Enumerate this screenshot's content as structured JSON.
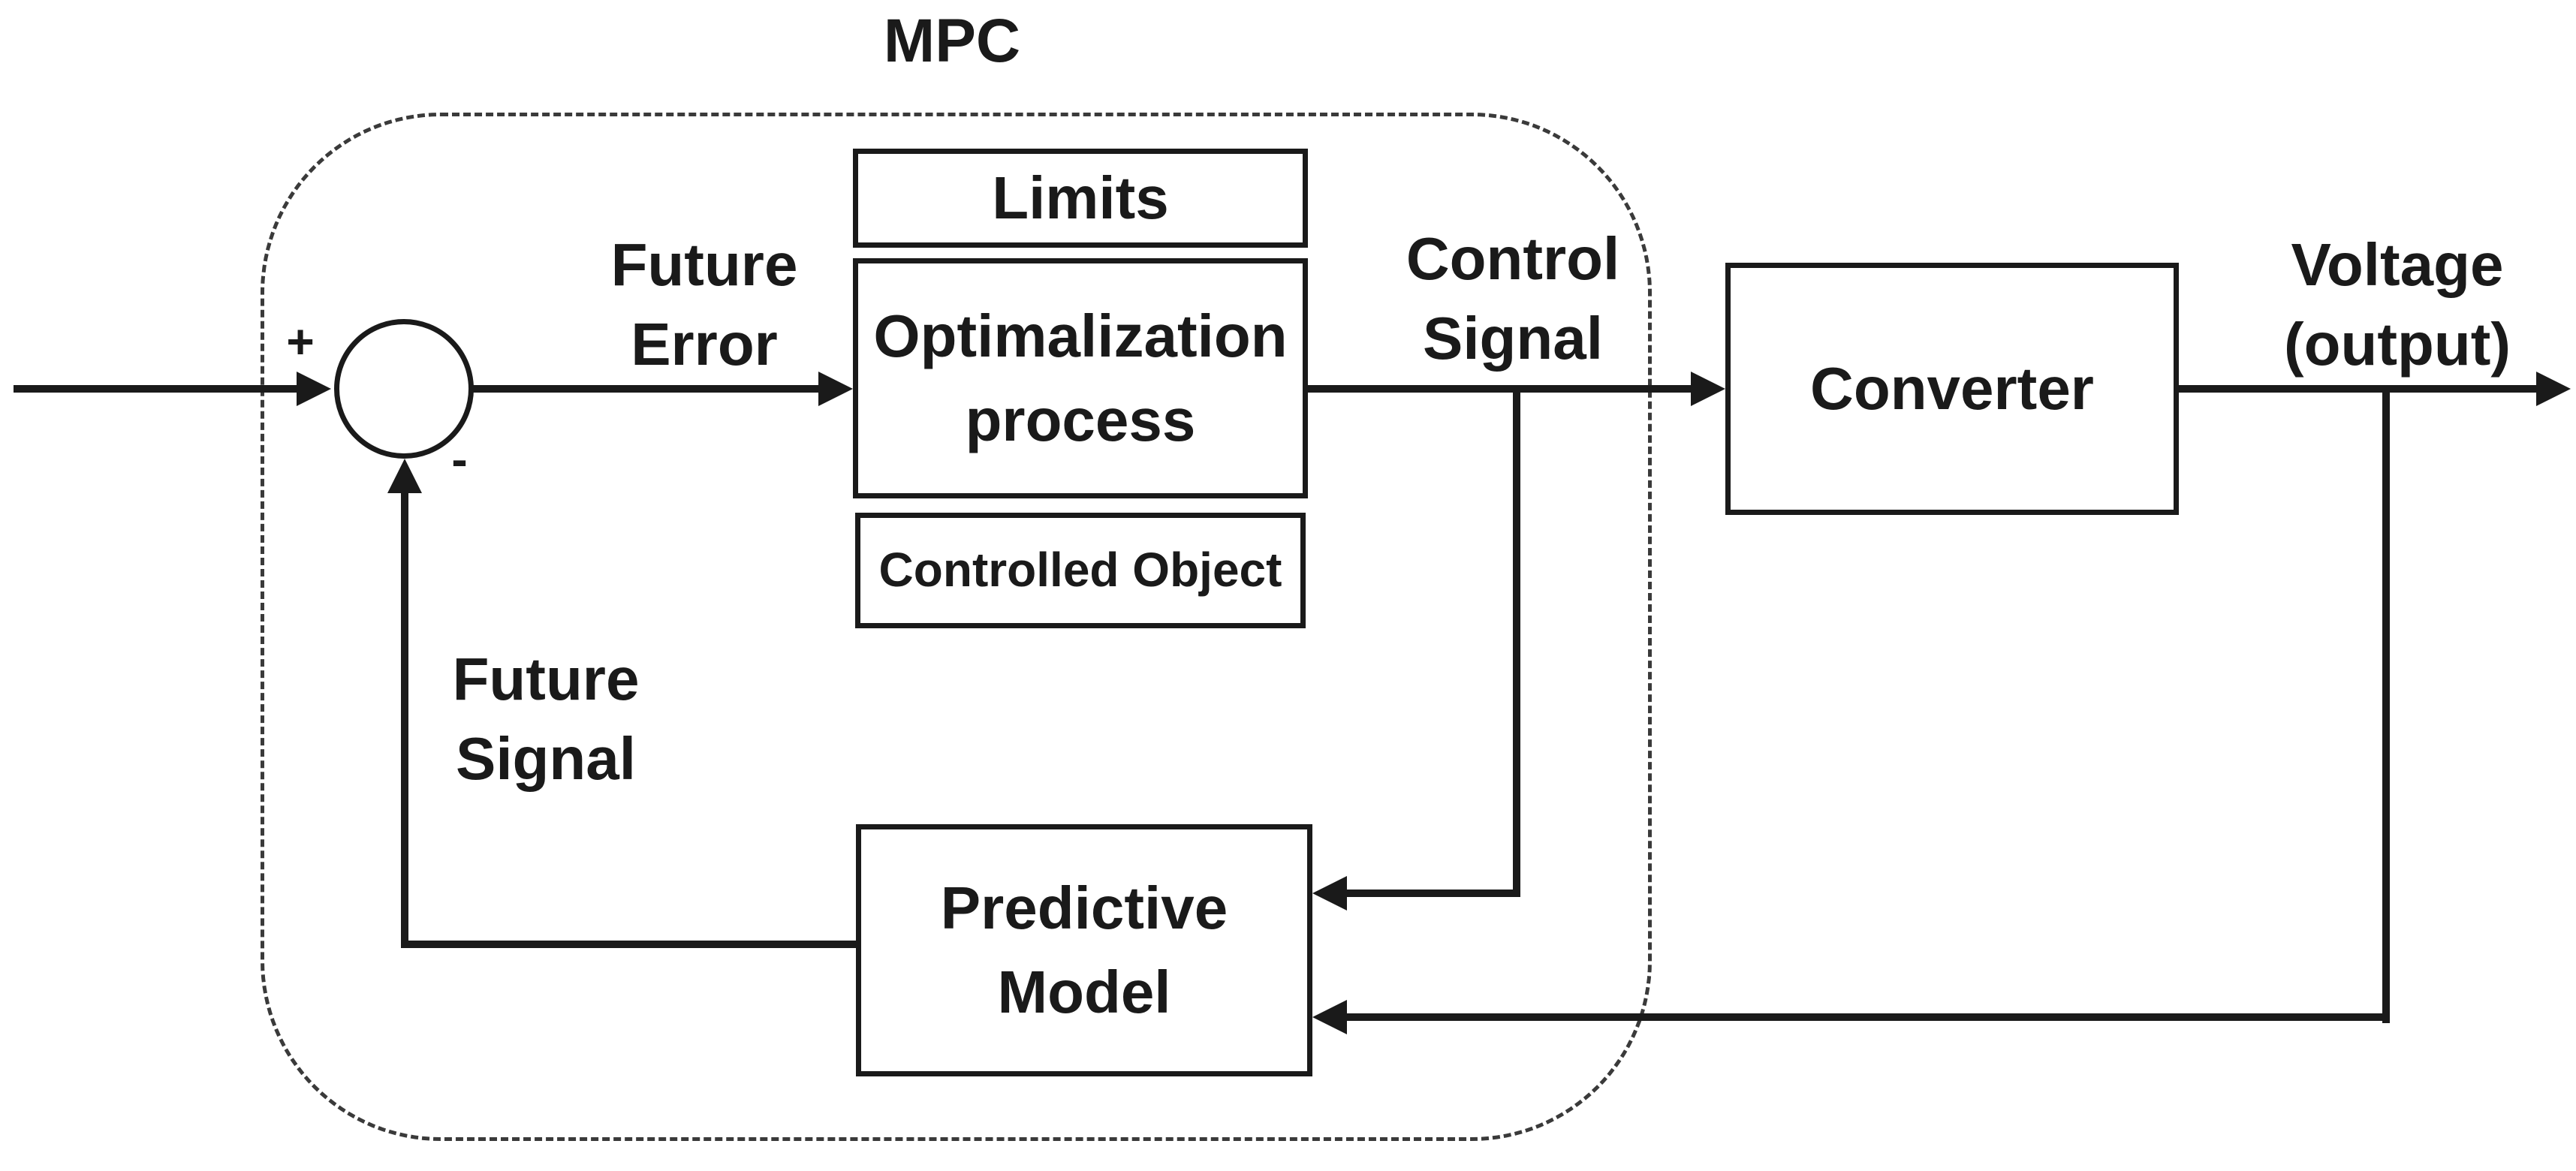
{
  "diagram": {
    "title": "MPC",
    "summing_junction": {
      "plus": "+",
      "minus": "-"
    },
    "blocks": {
      "limits": "Limits",
      "optimization": "Optimalization\nprocess",
      "controlled_object": "Controlled Object",
      "predictive_model": "Predictive\nModel",
      "converter": "Converter"
    },
    "signal_labels": {
      "future_error": "Future\nError",
      "control_signal": "Control\nSignal",
      "voltage_output": "Voltage\n(output)",
      "future_signal": "Future\nSignal"
    },
    "colors": {
      "ink": "#1a1a1a",
      "boundary": "#3a3a3a",
      "background": "#ffffff"
    }
  }
}
